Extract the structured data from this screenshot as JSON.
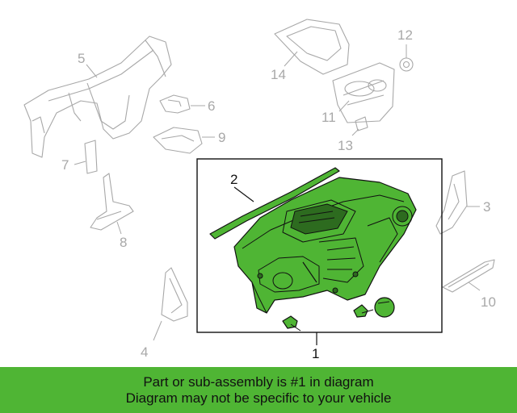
{
  "callouts": {
    "c1": "1",
    "c2": "2",
    "c3": "3",
    "c4": "4",
    "c5": "5",
    "c6": "6",
    "c7": "7",
    "c8": "8",
    "c9": "9",
    "c10": "10",
    "c11": "11",
    "c12": "12",
    "c13": "13",
    "c14": "14"
  },
  "banner": {
    "line1": "Part or sub-assembly is #1 in diagram",
    "line2": "Diagram may not be specific to your vehicle"
  },
  "colors": {
    "highlight": "#4fb534",
    "ghost": "#a8a8a8"
  }
}
